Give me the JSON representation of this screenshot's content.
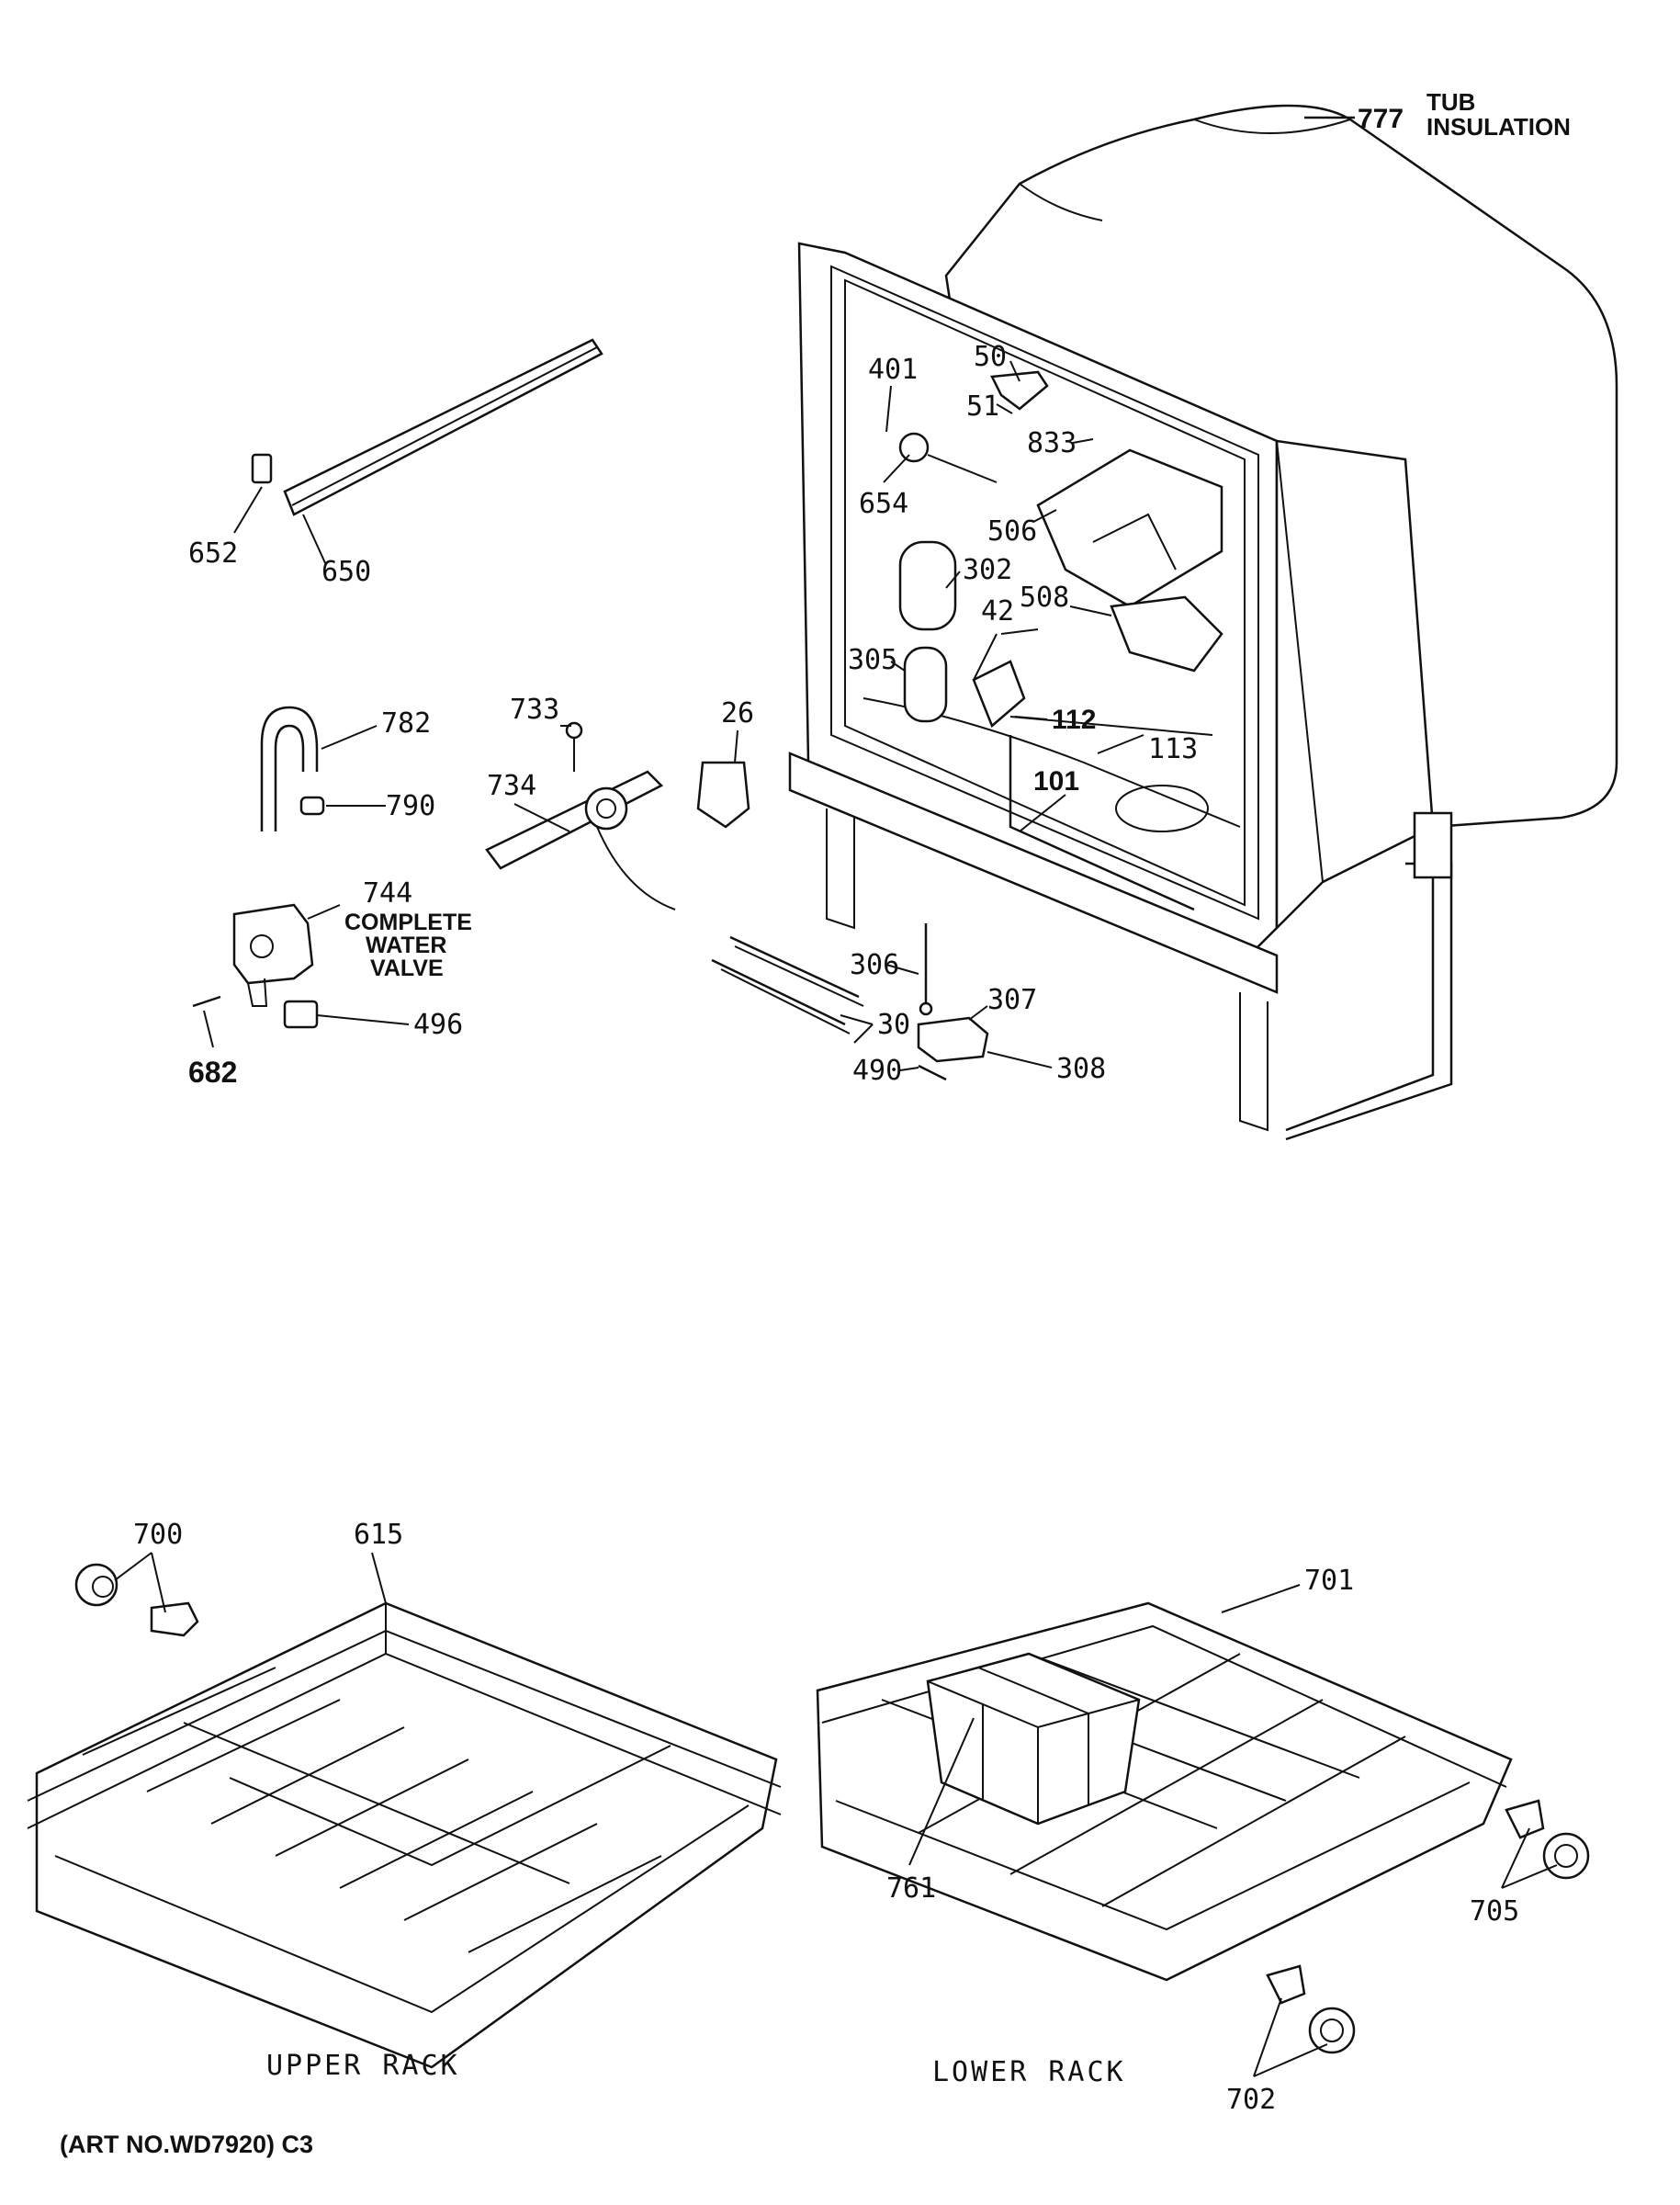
{
  "callouts": {
    "c777": "777",
    "tub_insulation_1": "TUB",
    "tub_insulation_2": "INSULATION",
    "c50": "50",
    "c401": "401",
    "c51": "51",
    "c833": "833",
    "c654": "654",
    "c506": "506",
    "c302": "302",
    "c508": "508",
    "c42": "42",
    "c305": "305",
    "c112": "112",
    "c113": "113",
    "c101": "101",
    "c652": "652",
    "c650": "650",
    "c782": "782",
    "c790": "790",
    "c733": "733",
    "c734": "734",
    "c26": "26",
    "c744": "744",
    "valve_1": "COMPLETE",
    "valve_2": "WATER",
    "valve_3": "VALVE",
    "c306": "306",
    "c307": "307",
    "c30": "30",
    "c490": "490",
    "c308": "308",
    "c496": "496",
    "c682": "682",
    "c700": "700",
    "c615": "615",
    "c701": "701",
    "c761": "761",
    "c705": "705",
    "c702": "702"
  },
  "captions": {
    "upper_rack": "UPPER RACK",
    "lower_rack": "LOWER RACK",
    "art_no": "(ART NO.WD7920) C3"
  }
}
